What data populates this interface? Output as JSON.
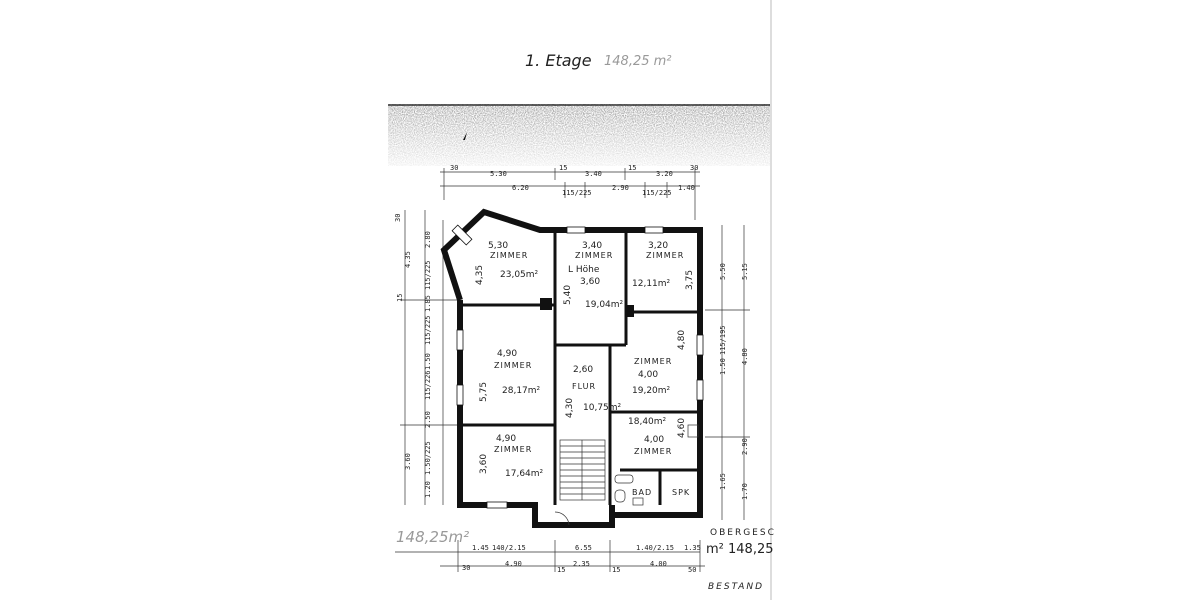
{
  "title": {
    "floor": "1. Etage",
    "area": "148,25 m²"
  },
  "rooms": [
    {
      "width": "5,30",
      "label": "ZIMMER",
      "area": "23,05m²",
      "depth": "4,35"
    },
    {
      "width": "3,40",
      "label": "ZIMMER",
      "note": "L Höhe",
      "note_value": "3,60",
      "area": "19,04m²",
      "depth": "5,40"
    },
    {
      "width": "3,20",
      "label": "ZIMMER",
      "area": "12,11m²",
      "depth": "3,75"
    },
    {
      "width": "4,90",
      "label": "ZIMMER",
      "area": "28,17m²",
      "depth": "5,75"
    },
    {
      "width": "2,60",
      "label": "FLUR",
      "area": "10,75m²",
      "depth": "4,30"
    },
    {
      "width": "4,00",
      "label": "ZIMMER",
      "area": "19,20m²",
      "depth": "4,80"
    },
    {
      "width": "4,00",
      "label": "ZIMMER",
      "area": "18,40m²",
      "depth": "4,60"
    },
    {
      "width": "4,90",
      "label": "ZIMMER",
      "area": "17,64m²",
      "depth": "3,60"
    },
    {
      "label": "BAD"
    },
    {
      "label": "SPK"
    }
  ],
  "dimensions": {
    "top_row1": [
      "30",
      "5.30",
      "15",
      "3.40",
      "15",
      "3.20",
      "30"
    ],
    "top_row2": [
      "6.20",
      "115/225",
      "2.90",
      "115/225",
      "1.40"
    ],
    "bottom_row1": [
      "1.45",
      "140/2.15",
      "6.55",
      "1.40/2.15",
      "1.35"
    ],
    "bottom_row2": [
      "30",
      "4.90",
      "15",
      "2.35",
      "15",
      "4.00",
      "50"
    ],
    "left": [
      "30",
      "2.80",
      "4.35",
      "115/225",
      "1.85",
      "15",
      "115/225",
      "1.50",
      "115/226",
      "2.50",
      "3.60",
      "1.50/225",
      "1.20"
    ],
    "right": [
      "5.50",
      "5.15",
      "4.80",
      "115/195",
      "1.50",
      "2.90",
      "1.65",
      "1.70"
    ]
  },
  "stamp": {
    "area_left": "148,25m²",
    "label_right": "OBERGESC",
    "area_right": "m² 148,25",
    "status": "BESTAND"
  }
}
